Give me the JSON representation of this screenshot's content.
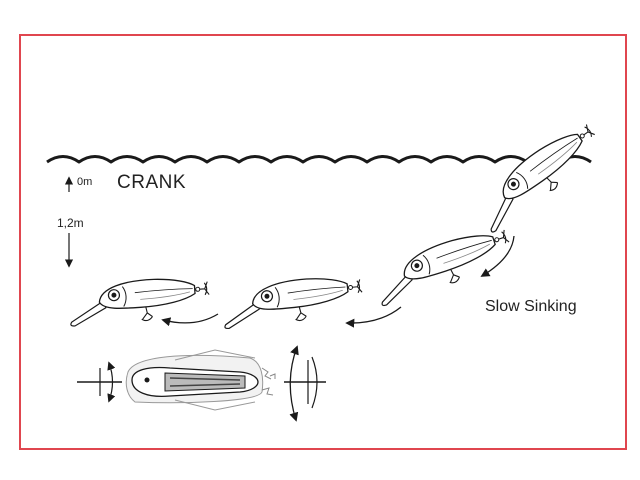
{
  "diagram": {
    "title": "CRANK",
    "depth_surface_label": "0m",
    "depth_max_label": "1,2m",
    "action_label": "Slow Sinking"
  },
  "colors": {
    "frame_border": "#e0464f",
    "line": "#1a1a1a",
    "text": "#222222"
  }
}
